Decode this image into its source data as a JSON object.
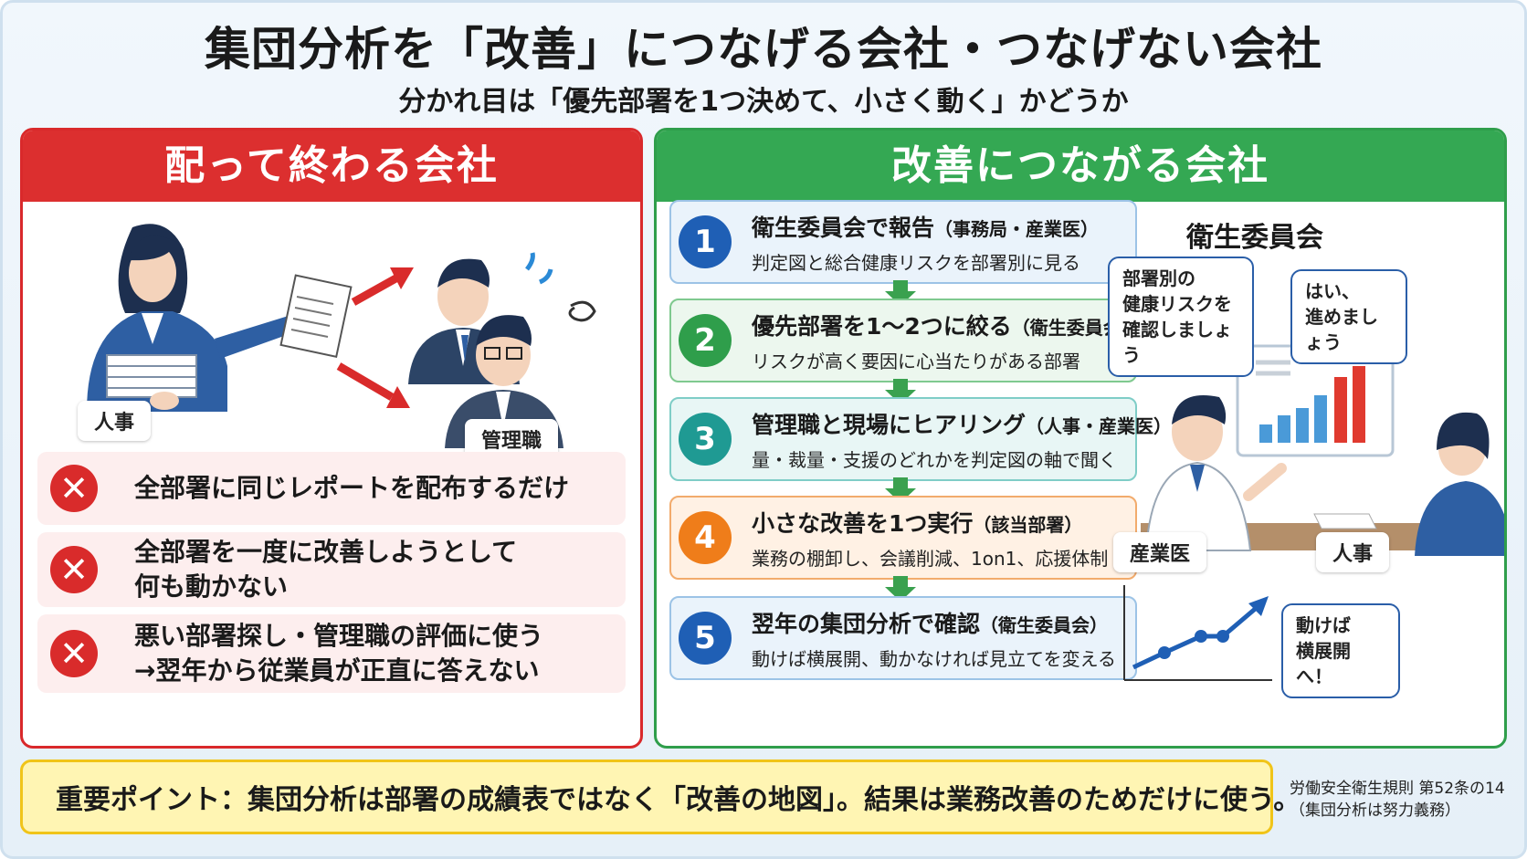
{
  "title": "集団分析を「改善」につなげる会社・つなげない会社",
  "subtitle": "分かれ目は「優先部署を1つ決めて、小さく動く」かどうか",
  "left_panel": {
    "heading": "配って終わる会社",
    "tag_hr": "人事",
    "tag_manager": "管理職",
    "items": [
      {
        "text": "全部署に同じレポートを配布するだけ"
      },
      {
        "text": "全部署を一度に改善しようとして\n何も動かない"
      },
      {
        "text": "悪い部署探し・管理職の評価に使う\n→翌年から従業員が正直に答えない"
      }
    ],
    "x_mark": "✕"
  },
  "right_panel": {
    "heading": "改善につながる会社",
    "steps": [
      {
        "num": "1",
        "title": "衛生委員会で報告",
        "note": "（事務局・産業医）",
        "desc": "判定図と総合健康リスクを部署別に見る",
        "color": "#1f5fb5",
        "bg": "#eaf3fb",
        "border": "#9cc3e6"
      },
      {
        "num": "2",
        "title": "優先部署を1〜2つに絞る",
        "note": "（衛生委員会）",
        "desc": "リスクが高く要因に心当たりがある部署",
        "color": "#2f9e4b",
        "bg": "#ecf7ee",
        "border": "#7fc98f"
      },
      {
        "num": "3",
        "title": "管理職と現場にヒアリング",
        "note": "（人事・産業医）",
        "desc": "量・裁量・支援のどれかを判定図の軸で聞く",
        "color": "#1f9a93",
        "bg": "#e8f6f5",
        "border": "#7fcdc7"
      },
      {
        "num": "4",
        "title": "小さな改善を1つ実行",
        "note": "（該当部署）",
        "desc": "業務の棚卸し、会議削減、1on1、応援体制",
        "color": "#ef7d1a",
        "bg": "#fff1e4",
        "border": "#f2ab6c"
      },
      {
        "num": "5",
        "title": "翌年の集団分析で確認",
        "note": "（衛生委員会）",
        "desc": "動けば横展開、動かなければ見立てを変える",
        "color": "#1f5fb5",
        "bg": "#eaf3fb",
        "border": "#9cc3e6"
      }
    ],
    "committee_title": "衛生委員会",
    "bubble_doctor": "部署別の\n健康リスクを\n確認しましょう",
    "bubble_hr": "はい、\n進めましょう",
    "tag_doctor": "産業医",
    "tag_hr": "人事",
    "bubble_growth": "動けば\n横展開へ！"
  },
  "bottom": {
    "key_point": "重要ポイント：集団分析は部署の成績表ではなく「改善の地図」。結果は業務改善のためだけに使う。",
    "law_note": "労働安全衛生規則 第52条の14\n（集団分析は努力義務）"
  },
  "colors": {
    "red": "#dc2f2f",
    "green": "#34a853",
    "yellow": "#fff5b3"
  }
}
